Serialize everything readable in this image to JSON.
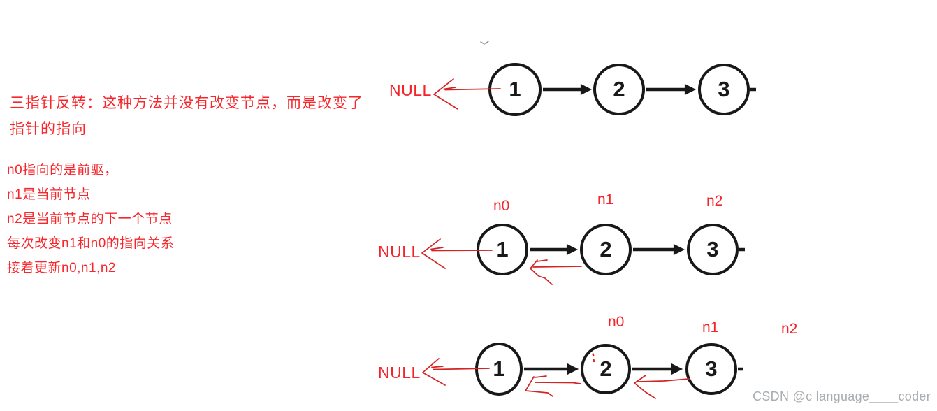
{
  "annotation": {
    "title_lines": [
      "三指针反转：这种方法并没有改变节点，而是改变了",
      "指针的指向"
    ],
    "body_lines": [
      "n0指向的是前驱，",
      "n1是当前节点",
      "n2是当前节点的下一个节点",
      "每次改变n1和n0的指向关系",
      "接着更新n0,n1,n2"
    ]
  },
  "diagrams": [
    {
      "id": "step-1",
      "null_label": "NULL",
      "nodes": [
        "1",
        "2",
        "3"
      ],
      "pointer_labels": []
    },
    {
      "id": "step-2",
      "null_label": "NULL",
      "nodes": [
        "1",
        "2",
        "3"
      ],
      "pointer_labels": [
        "n0",
        "n1",
        "n2"
      ]
    },
    {
      "id": "step-3",
      "null_label": "NULL",
      "nodes": [
        "1",
        "2",
        "3"
      ],
      "pointer_labels": [
        "n0",
        "n1",
        "n2"
      ]
    }
  ],
  "watermark": "CSDN @c language____coder",
  "colors": {
    "annotation_red": "#f8262b",
    "hand_arrow_red": "#d42323",
    "node_black": "#181818",
    "watermark_gray": "#a9adb0",
    "background": "#ffffff"
  }
}
